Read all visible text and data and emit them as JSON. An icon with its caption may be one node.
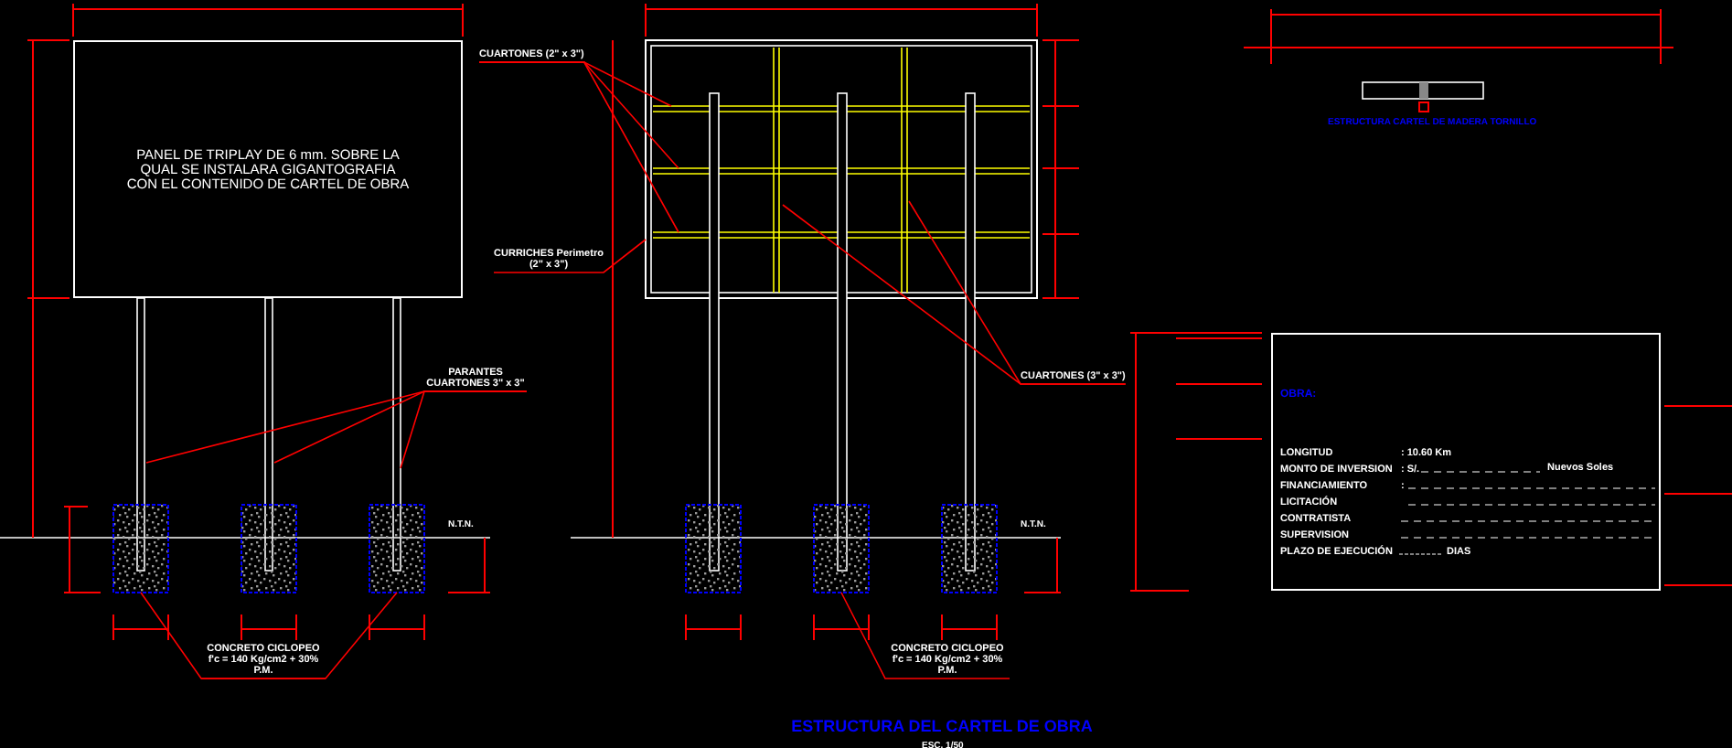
{
  "diagram": {
    "title": "ESTRUCTURA DEL CARTEL DE OBRA",
    "nodes": [
      {
        "text": [
          "PANEL DE TRIPLAY DE 6 mm. SOBRE LA QUAL SE INSTALARA GIGANTOGRAFIA CON EL CONTENIDO DE CARTEL DE OBRA"
        ]
      },
      {
        "text": [
          "PARANTES CUARTONES 3\" x 3\""
        ]
      },
      {
        "text": [
          "CONCRETO CICLOPEO f'c = 140 Kg/cm2 + 30% P.M."
        ]
      },
      {
        "text": [
          "CUARTONES (2\" x 3\")"
        ]
      },
      {
        "text": [
          "CURRICHES Perimetro (2\" x 3\")"
        ]
      },
      {
        "text": [
          "CUARTONES (3\" x 3\")"
        ]
      },
      {
        "text": [
          "CONCRETO CICLOPEO f'c = 140 Kg/cm2 + 30% P.M."
        ]
      },
      {
        "text": [
          "OBRA:",
          "LONGITUD",
          ": 10.60 Km",
          "MONTO DE INVERSION",
          ": S/.",
          "Nuevos Soles",
          "FINANCIAMIENTO",
          ":",
          "LICITACIÓN",
          "CONTRATISTA",
          "SUPERVISION",
          "PLAZO DE EJECUCIÓN",
          "DIAS"
        ]
      },
      {
        "text": [],
        "shape": "box"
      },
      {
        "text": [],
        "shape": "box"
      },
      {
        "text": [],
        "shape": "box"
      },
      {
        "text": [],
        "shape": "box"
      },
      {
        "text": [],
        "shape": "box"
      },
      {
        "text": [],
        "shape": "box"
      }
    ],
    "edges": [
      {
        "from": 1,
        "to": null,
        "arrow": "none"
      },
      {
        "from": 1,
        "to": null,
        "arrow": "none"
      },
      {
        "from": 1,
        "to": null,
        "arrow": "none"
      },
      {
        "from": 2,
        "to": 8,
        "arrow": "none"
      },
      {
        "from": 2,
        "to": 10,
        "arrow": "none"
      },
      {
        "from": 3,
        "to": null,
        "arrow": "none"
      },
      {
        "from": 3,
        "to": null,
        "arrow": "none"
      },
      {
        "from": 3,
        "to": null,
        "arrow": "none"
      },
      {
        "from": 4,
        "to": null,
        "arrow": "none"
      },
      {
        "from": 5,
        "to": null,
        "arrow": "none"
      },
      {
        "from": 5,
        "to": null,
        "arrow": "none"
      },
      {
        "from": 6,
        "to": 12,
        "arrow": "none"
      }
    ],
    "labels": [
      "N.T.N.",
      "N.T.N.",
      "ESTRUCTURA CARTEL DE MADERA TORNILLO",
      "ESC. 1/50"
    ]
  }
}
